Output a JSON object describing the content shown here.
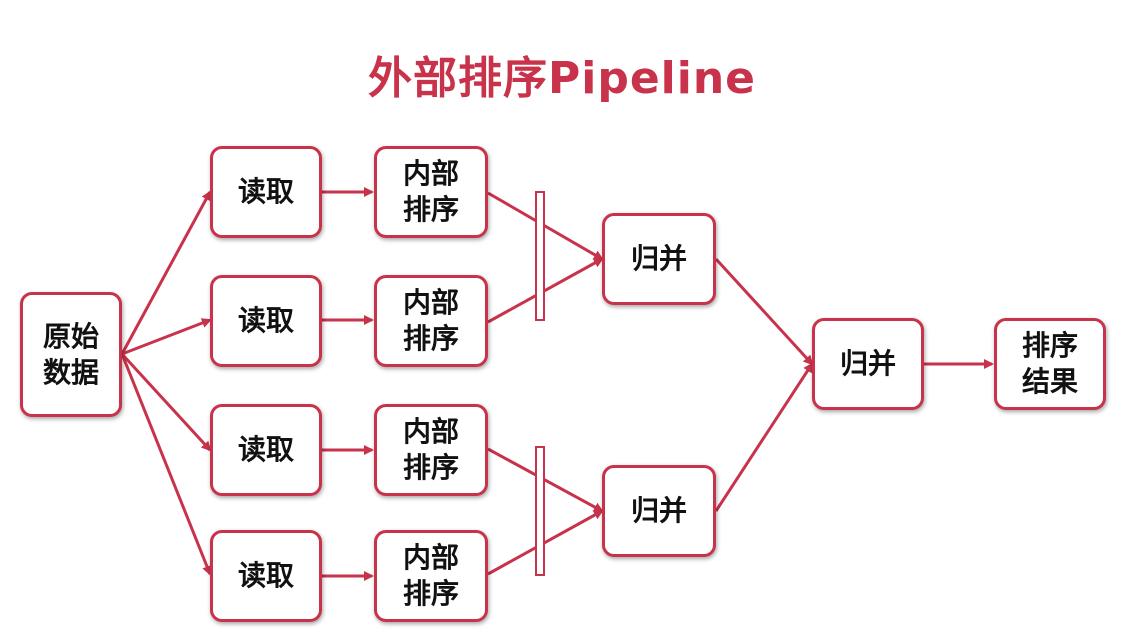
{
  "title": "外部排序Pipeline",
  "accent_color": "#c8324a",
  "nodes": {
    "source": "原始\n数据",
    "read_1": "读取",
    "read_2": "读取",
    "read_3": "读取",
    "read_4": "读取",
    "sort_1": "内部\n排序",
    "sort_2": "内部\n排序",
    "sort_3": "内部\n排序",
    "sort_4": "内部\n排序",
    "merge_top": "归并",
    "merge_bottom": "归并",
    "merge_final": "归并",
    "result": "排序\n结果"
  }
}
